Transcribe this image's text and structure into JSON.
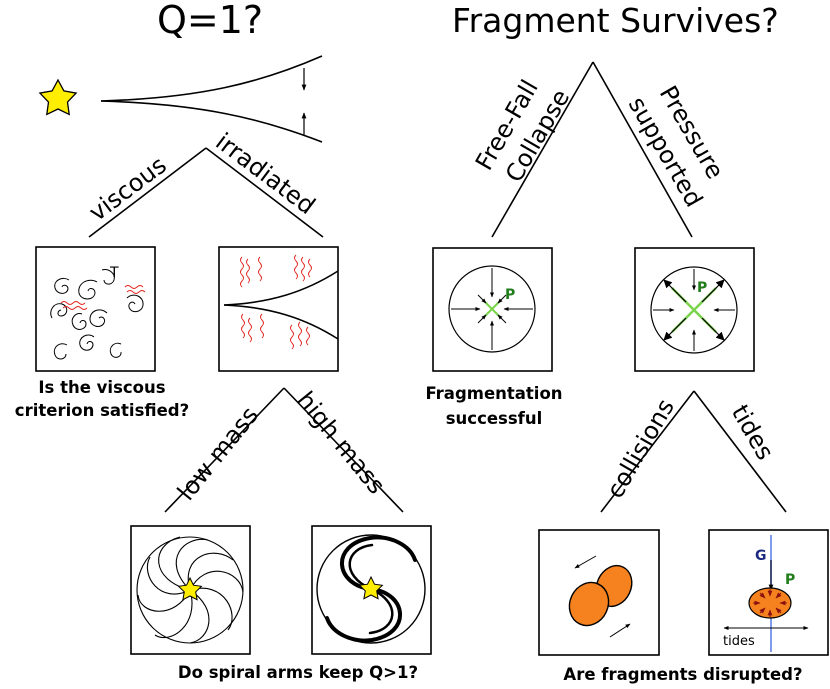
{
  "titles": {
    "left": "Q=1?",
    "right": "Fragment Survives?"
  },
  "branches": {
    "viscous": "viscous",
    "irradiated": "irradiated",
    "low_mass": "low mass",
    "high_mass": "high mass",
    "free_fall_line1": "Free-Fall",
    "free_fall_line2": "Collapse",
    "pressure_line1": "Pressure",
    "pressure_line2": "supported",
    "collisions": "collisions",
    "tides": "tides"
  },
  "captions": {
    "viscous_line1": "Is the viscous",
    "viscous_line2": "criterion satisfied?",
    "fragmentation_line1": "Fragmentation",
    "fragmentation_line2": "successful",
    "spiral": "Do spiral arms keep Q>1?",
    "disrupted": "Are fragments disrupted?"
  },
  "panel_labels": {
    "temperature": "T",
    "pressure": "P",
    "gravity": "G",
    "tides_arrow": "tides"
  },
  "colors": {
    "star": "#ffee00",
    "fragment": "#f5821f",
    "pressure": "#7ad44a",
    "heat": "#e0201a",
    "gravity": "#7f9bea",
    "gravity_label": "#1c2a80",
    "p_label": "#1f7d1a"
  }
}
